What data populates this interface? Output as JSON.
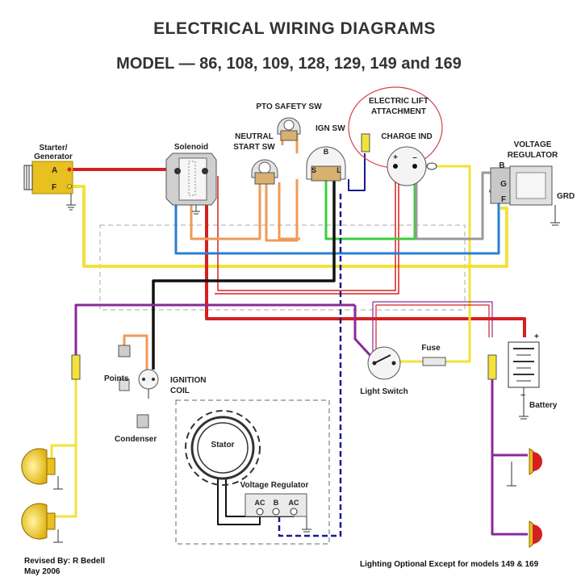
{
  "header": {
    "title": "ELECTRICAL WIRING DIAGRAMS",
    "model_line": "MODEL  — 86, 108, 109, 128, 129, 149 and 169"
  },
  "components": {
    "starter_generator": {
      "line1": "Starter/",
      "line2": "Generator",
      "term_a": "A",
      "term_f": "F"
    },
    "solenoid": "Solenoid",
    "pto_safety_sw": "PTO SAFETY SW",
    "neutral_start_sw": {
      "line1": "NEUTRAL",
      "line2": "START SW"
    },
    "ign_sw": {
      "label": "IGN SW",
      "b": "B",
      "s": "S",
      "l": "L"
    },
    "electric_lift": {
      "line1": "ELECTRIC LIFT",
      "line2": "ATTACHMENT"
    },
    "charge_ind": "CHARGE IND",
    "charge_plus": "+",
    "charge_minus": "–",
    "voltage_regulator": {
      "line1": "VOLTAGE",
      "line2": "REGULATOR",
      "b": "B",
      "g": "G",
      "f": "F",
      "grd": "GRD"
    },
    "points": "Points",
    "ignition_coil": {
      "line1": "IGNITION",
      "line2": "COIL"
    },
    "condenser": "Condenser",
    "stator": "Stator",
    "stator_voltage_regulator": {
      "label": "Voltage Regulator",
      "ac1": "AC",
      "b": "B",
      "ac2": "AC"
    },
    "light_switch": "Light Switch",
    "fuse": "Fuse",
    "battery": {
      "label": "Battery",
      "plus": "+",
      "minus": "–"
    }
  },
  "footer": {
    "revised_by": "Revised By: R Bedell",
    "date": "May 2006",
    "note": "Lighting Optional Except for models 149 & 169"
  },
  "colors": {
    "red": "#d42020",
    "yellow": "#f2e23a",
    "blue": "#2a7fd4",
    "green": "#3ccc3c",
    "orange": "#ee9a5a",
    "black": "#111111",
    "purple": "#8a2a9a",
    "gray": "#999999",
    "navy": "#1a1a8a",
    "lift_circle": "#d44050",
    "lamp": "#e8c020"
  }
}
